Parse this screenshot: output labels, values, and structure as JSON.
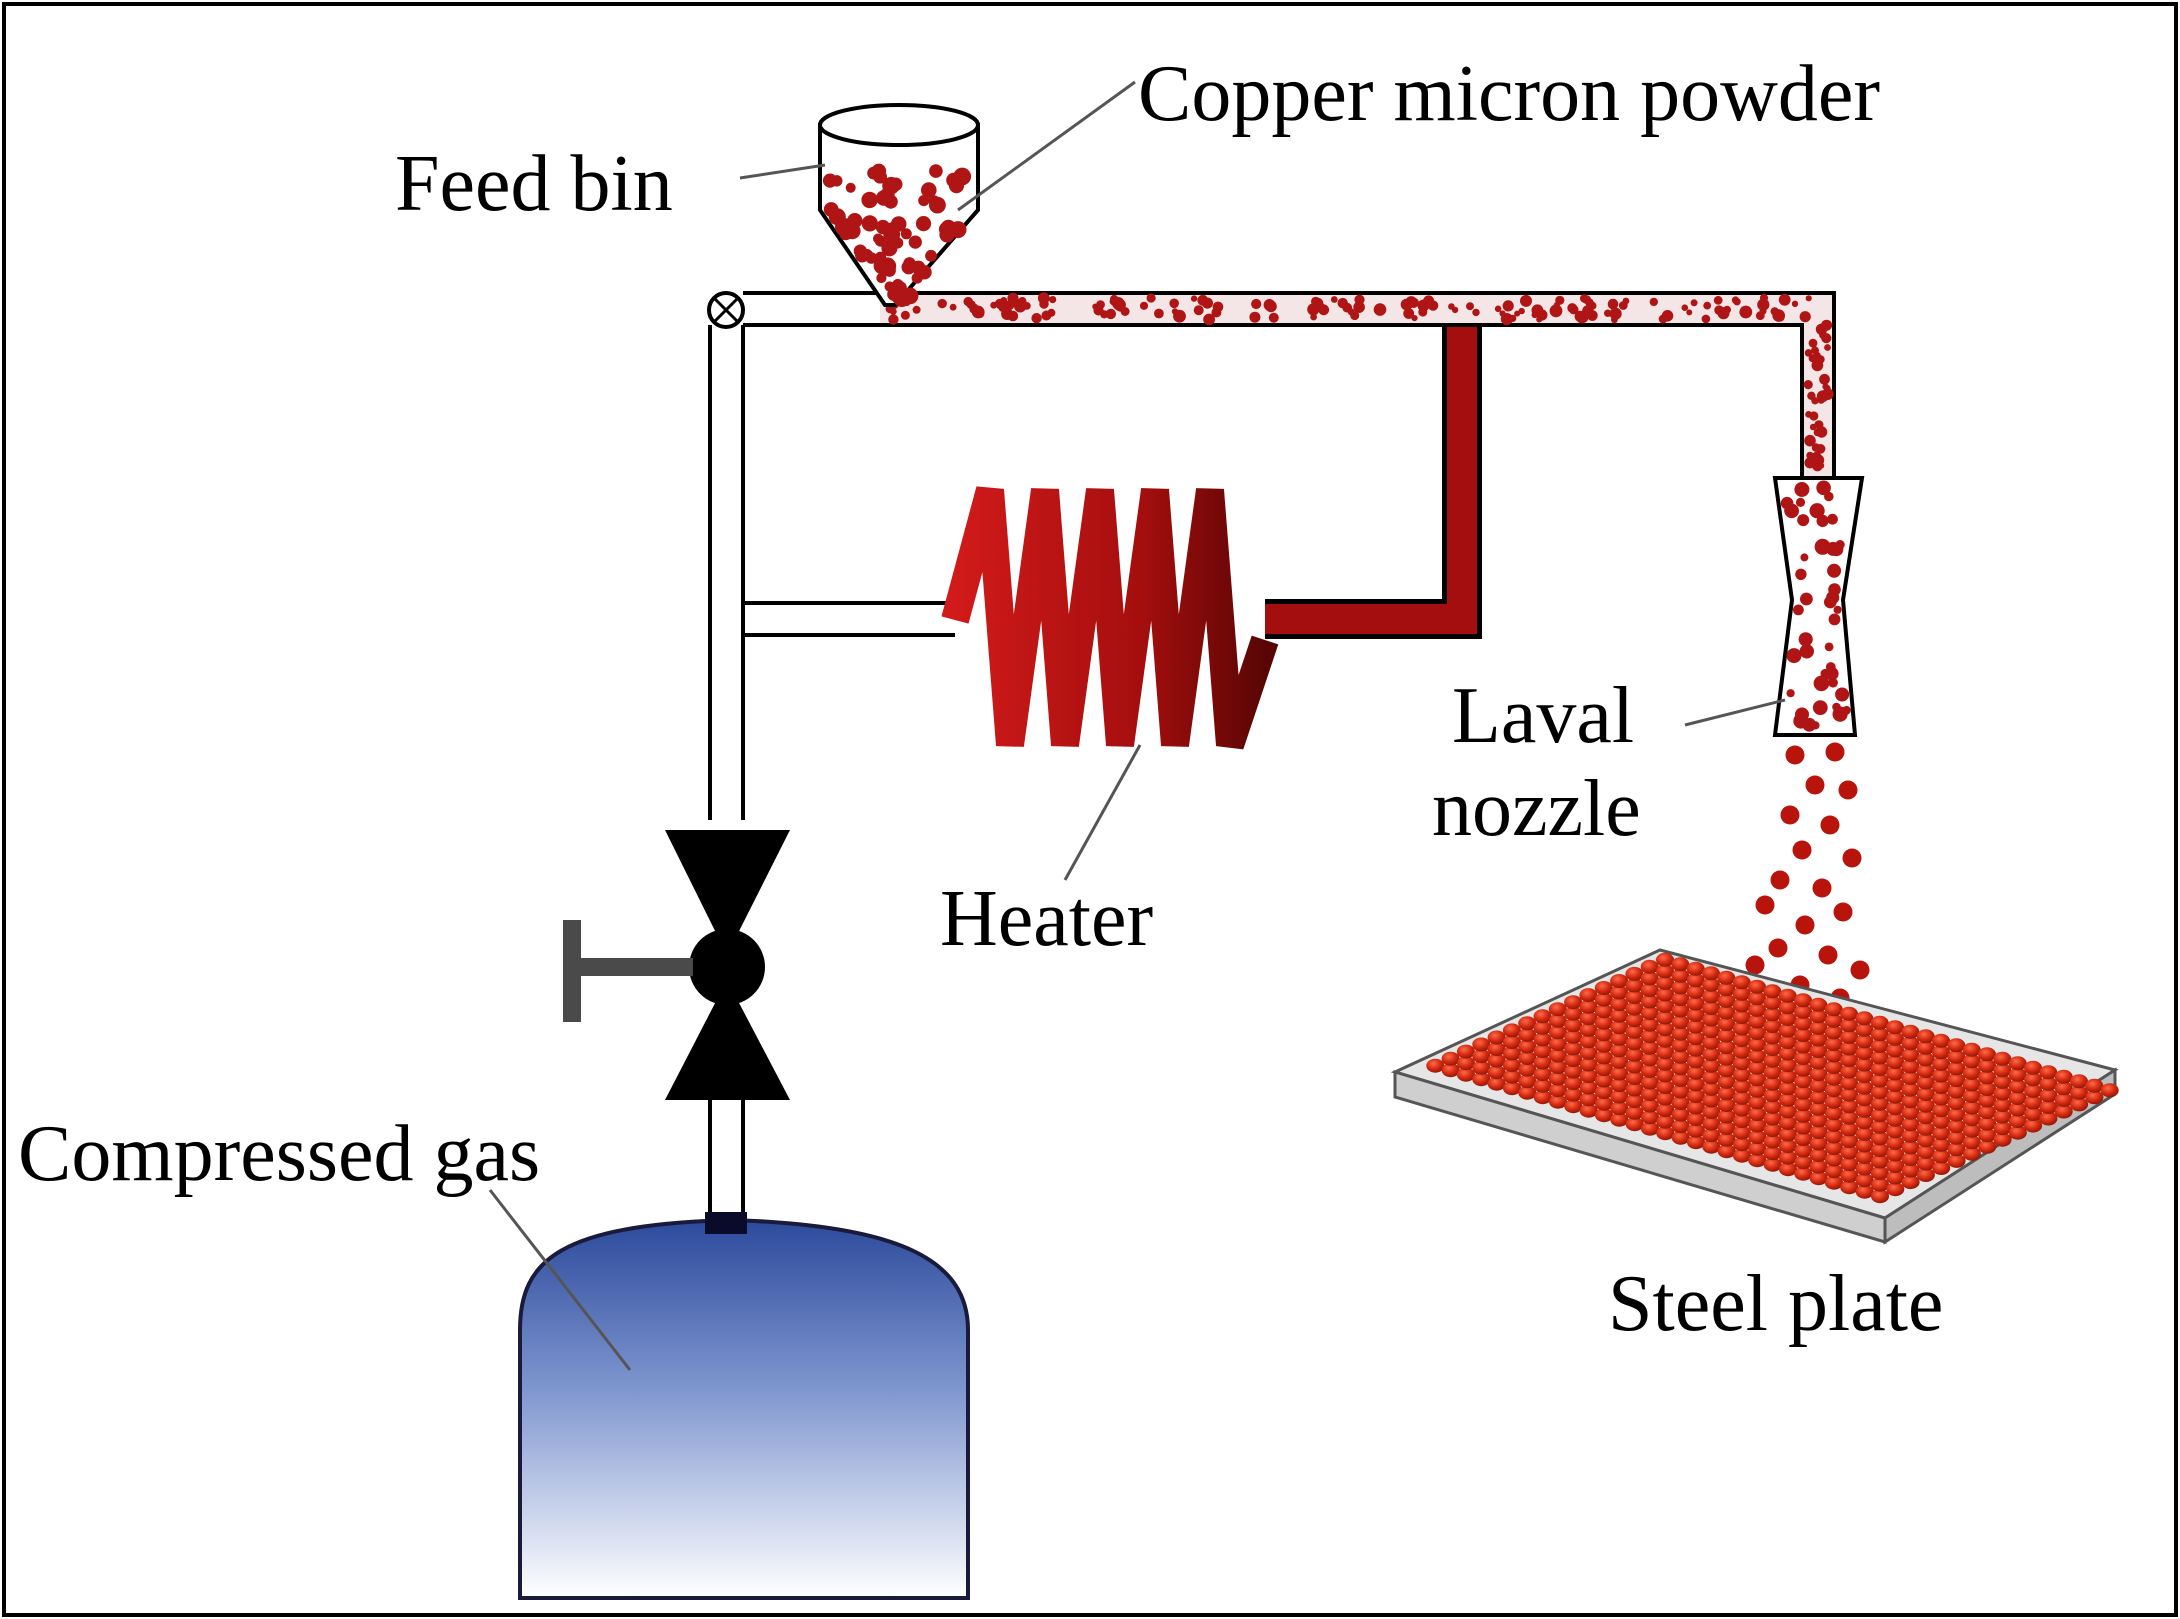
{
  "labels": {
    "feed_bin": "Feed bin",
    "copper_powder": "Copper micron powder",
    "heater": "Heater",
    "laval_nozzle_line1": "Laval",
    "laval_nozzle_line2": "nozzle",
    "compressed_gas": "Compressed gas",
    "steel_plate": "Steel plate"
  },
  "colors": {
    "copper": "#b01515",
    "copper_dark": "#7a0a0a",
    "heater_dark": "#5a0505",
    "gas_top": "#2f4fa0",
    "gas_bottom": "#ffffff",
    "valve": "#000000",
    "handle": "#4a4a4a",
    "plate_top": "#e8e8e8",
    "plate_side": "#c8c8c8"
  }
}
